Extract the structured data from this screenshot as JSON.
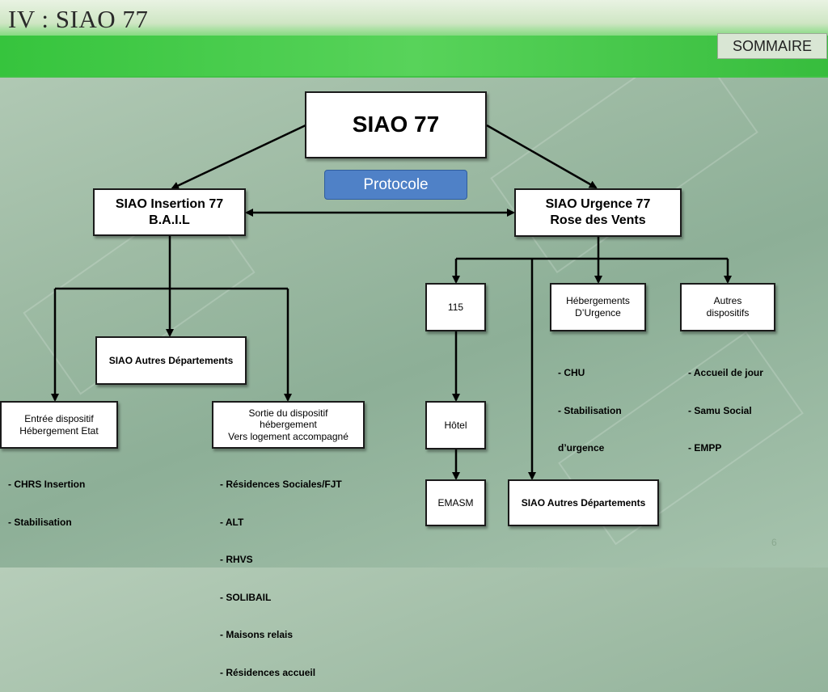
{
  "header": {
    "title": "IV : SIAO 77",
    "sommaire_label": "SOMMAIRE"
  },
  "diagram": {
    "root": "SIAO 77",
    "protocole": "Protocole",
    "insertion": {
      "line1": "SIAO Insertion 77",
      "line2": "B.A.I.L"
    },
    "urgence": {
      "line1": "SIAO Urgence  77",
      "line2": "Rose des Vents"
    },
    "autres_dep_left": "SIAO Autres Départements",
    "entree": {
      "line1": "Entrée dispositif",
      "line2": "Hébergement Etat"
    },
    "sortie": {
      "line1": "Sortie du dispositif",
      "line2": "hébergement",
      "line3": "Vers logement accompagné"
    },
    "n115": "115",
    "hebergements": {
      "line1": "Hébergements",
      "line2": "D’Urgence"
    },
    "autres_dispositifs": {
      "line1": "Autres",
      "line2": "dispositifs"
    },
    "hotel": "Hôtel",
    "emasm": "EMASM",
    "autres_dep_right": "SIAO Autres Départements",
    "list_entree": [
      "- CHRS Insertion",
      "- Stabilisation"
    ],
    "list_sortie": [
      "- Résidences Sociales/FJT",
      "- ALT",
      "- RHVS",
      "- SOLIBAIL",
      "- Maisons relais",
      "- Résidences accueil"
    ],
    "list_heberg": [
      "- CHU",
      "- Stabilisation",
      "d’urgence"
    ],
    "list_autres": [
      "- Accueil de jour",
      "- Samu Social",
      "- EMPP"
    ]
  },
  "page_number": "6"
}
